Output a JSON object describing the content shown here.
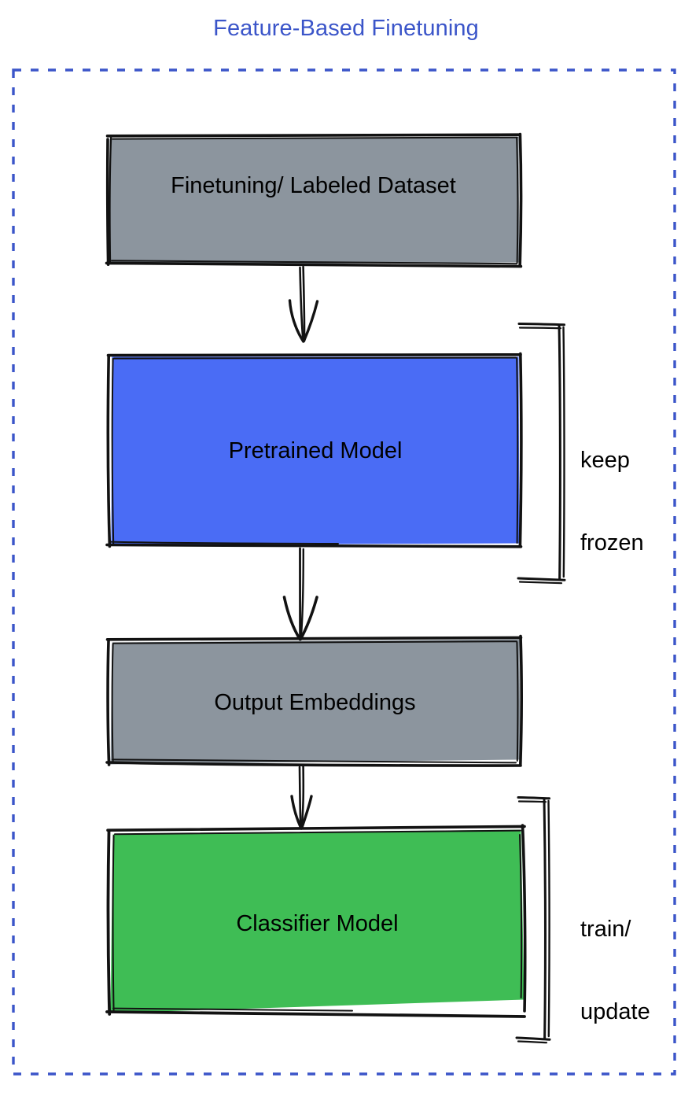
{
  "diagram": {
    "title": "Feature-Based Finetuning",
    "title_color": "#3b55c9",
    "frame": {
      "name": "dashed-container",
      "stroke_color": "#3b55c9",
      "style": "dashed"
    },
    "nodes": [
      {
        "id": "dataset",
        "label": "Finetuning/ Labeled Dataset",
        "fill": "#8c959e",
        "stroke": "#121212"
      },
      {
        "id": "pretrained-model",
        "label": "Pretrained Model",
        "fill": "#4a6cf5",
        "stroke": "#121212"
      },
      {
        "id": "output-embeddings",
        "label": "Output Embeddings",
        "fill": "#8c959e",
        "stroke": "#121212"
      },
      {
        "id": "classifier-model",
        "label": "Classifier Model",
        "fill": "#3fbd55",
        "stroke": "#121212"
      }
    ],
    "edges": [
      {
        "id": "dataset-to-pretrained",
        "from": "dataset",
        "to": "pretrained-model",
        "label": ""
      },
      {
        "id": "pretrained-to-embeddings",
        "from": "pretrained-model",
        "to": "output-embeddings",
        "label": ""
      },
      {
        "id": "embeddings-to-classifier",
        "from": "output-embeddings",
        "to": "classifier-model",
        "label": ""
      }
    ],
    "annotations": [
      {
        "id": "keep-frozen",
        "line1": "keep",
        "line2": "frozen",
        "targets": [
          "pretrained-model"
        ]
      },
      {
        "id": "train-update",
        "line1": "train/",
        "line2": "update",
        "targets": [
          "classifier-model"
        ]
      }
    ]
  }
}
